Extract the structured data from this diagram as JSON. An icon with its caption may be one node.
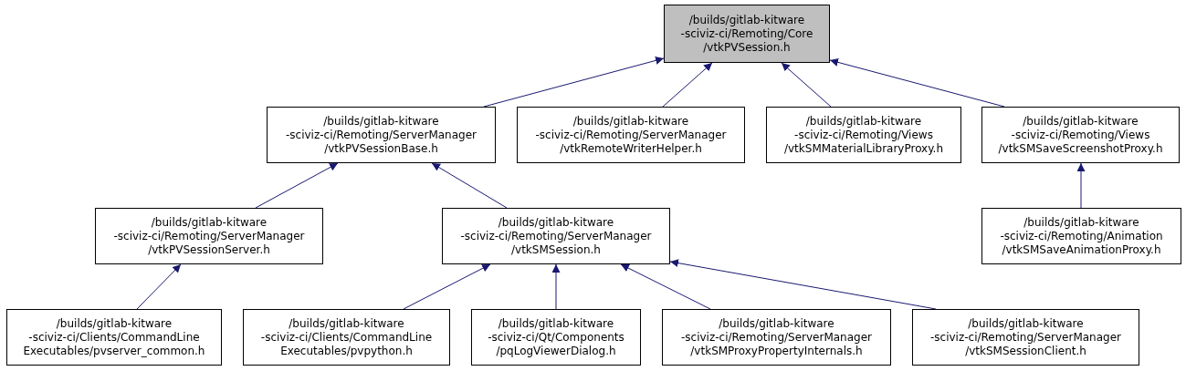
{
  "diagram": {
    "nodes": [
      {
        "text": [
          "/builds/gitlab-kitware -sciviz-ci/Remoting/Core /vtkPVSession.h"
        ]
      },
      {
        "text": [
          "/builds/gitlab-kitware -sciviz-ci/Remoting/ServerManager /vtkPVSessionBase.h"
        ]
      },
      {
        "text": [
          "/builds/gitlab-kitware -sciviz-ci/Remoting/ServerManager /vtkRemoteWriterHelper.h"
        ]
      },
      {
        "text": [
          "/builds/gitlab-kitware -sciviz-ci/Remoting/Views /vtkSMMaterialLibraryProxy.h"
        ]
      },
      {
        "text": [
          "/builds/gitlab-kitware -sciviz-ci/Remoting/Views /vtkSMSaveScreenshotProxy.h"
        ]
      },
      {
        "text": [
          "/builds/gitlab-kitware -sciviz-ci/Remoting/ServerManager /vtkPVSessionServer.h"
        ]
      },
      {
        "text": [
          "/builds/gitlab-kitware -sciviz-ci/Remoting/ServerManager /vtkSMSession.h"
        ]
      },
      {
        "text": [
          "/builds/gitlab-kitware -sciviz-ci/Remoting/Animation /vtkSMSaveAnimationProxy.h"
        ]
      },
      {
        "text": [
          "/builds/gitlab-kitware -sciviz-ci/Clients/CommandLine Executables/pvserver_common.h"
        ]
      },
      {
        "text": [
          "/builds/gitlab-kitware -sciviz-ci/Clients/CommandLine Executables/pvpython.h"
        ]
      },
      {
        "text": [
          "/builds/gitlab-kitware -sciviz-ci/Qt/Components /pqLogViewerDialog.h"
        ]
      },
      {
        "text": [
          "/builds/gitlab-kitware -sciviz-ci/Remoting/ServerManager /vtkSMProxyPropertyInternals.h"
        ]
      },
      {
        "text": [
          "/builds/gitlab-kitware -sciviz-ci/Remoting/ServerManager /vtkSMSessionClient.h"
        ]
      }
    ],
    "edges": [
      {
        "from": 1,
        "to": 0,
        "arrow": "to"
      },
      {
        "from": 2,
        "to": 0,
        "arrow": "to"
      },
      {
        "from": 3,
        "to": 0,
        "arrow": "to"
      },
      {
        "from": 4,
        "to": 0,
        "arrow": "to"
      },
      {
        "from": 5,
        "to": 1,
        "arrow": "to"
      },
      {
        "from": 6,
        "to": 1,
        "arrow": "to"
      },
      {
        "from": 7,
        "to": 4,
        "arrow": "to"
      },
      {
        "from": 8,
        "to": 5,
        "arrow": "to"
      },
      {
        "from": 9,
        "to": 6,
        "arrow": "to"
      },
      {
        "from": 10,
        "to": 6,
        "arrow": "to"
      },
      {
        "from": 11,
        "to": 6,
        "arrow": "to"
      },
      {
        "from": 12,
        "to": 6,
        "arrow": "to"
      }
    ]
  }
}
